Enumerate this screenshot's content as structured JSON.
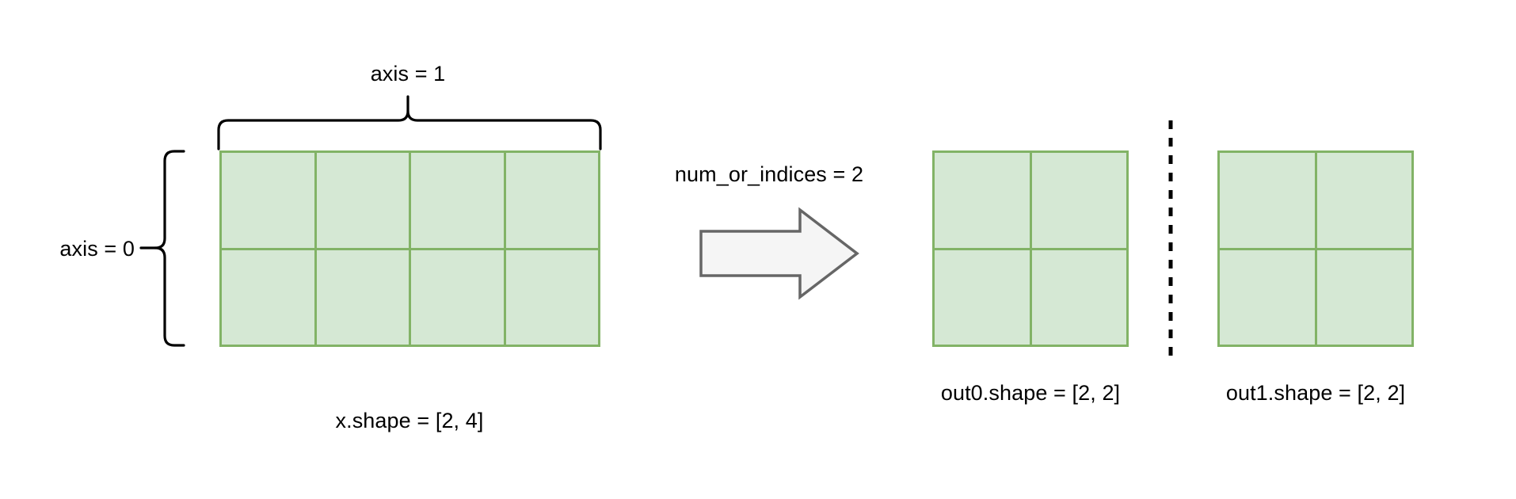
{
  "diagram": {
    "title_text": "",
    "colors": {
      "cell_fill": "#d5e8d4",
      "cell_border": "#82b366",
      "arrow_fill": "#f5f5f5",
      "arrow_stroke": "#666666",
      "brace_stroke": "#000000",
      "divider_stroke": "#000000",
      "background": "#ffffff",
      "text": "#000000"
    },
    "input": {
      "axis1_label": "axis = 1",
      "axis0_label": "axis = 0",
      "shape_label": "x.shape = [2, 4]",
      "rows": 2,
      "cols": 4
    },
    "operation": {
      "param_label": "num_or_indices = 2",
      "arrow_icon": "block-arrow-right-icon"
    },
    "outputs": [
      {
        "name": "out0",
        "shape_label": "out0.shape = [2, 2]",
        "rows": 2,
        "cols": 2
      },
      {
        "name": "out1",
        "shape_label": "out1.shape = [2, 2]",
        "rows": 2,
        "cols": 2
      }
    ],
    "divider": {
      "style": "dashed-vertical"
    }
  }
}
